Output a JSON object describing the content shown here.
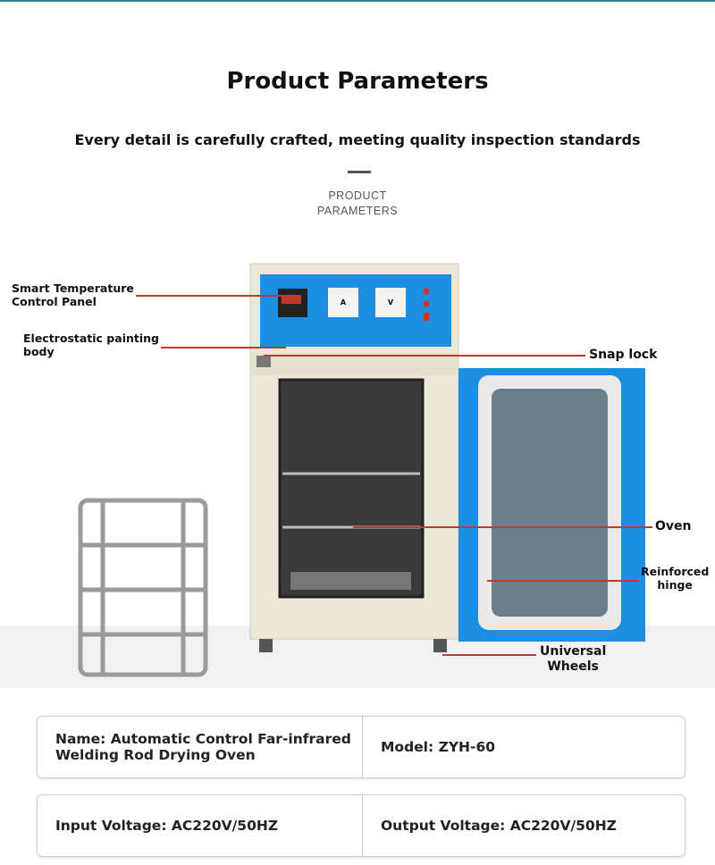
{
  "header": {
    "title": "Product Parameters",
    "subtitle": "Every detail is carefully crafted, meeting quality inspection standards",
    "section_line1": "PRODUCT",
    "section_line2": "PARAMETERS"
  },
  "callouts": {
    "panel_1": "Smart Temperature",
    "panel_2": "Control Panel",
    "body_1": "Electrostatic painting",
    "body_2": "body",
    "snap": "Snap lock",
    "oven": "Oven",
    "hinge_1": "Reinforced",
    "hinge_2": "hinge",
    "wheels_1": "Universal",
    "wheels_2": "Wheels",
    "meter_a": "A",
    "meter_v": "V"
  },
  "params": [
    {
      "left_1": "Name: Automatic Control Far-infrared",
      "left_2": "Welding Rod Drying Oven",
      "right": "Model: ZYH-60"
    },
    {
      "left_1": "Input Voltage: AC220V/50HZ",
      "left_2": "",
      "right": "Output Voltage: AC220V/50HZ"
    }
  ],
  "colors": {
    "panel_blue": "#1e8fe0",
    "callout_red": "#c0392b",
    "cabinet": "#ece8d6"
  }
}
